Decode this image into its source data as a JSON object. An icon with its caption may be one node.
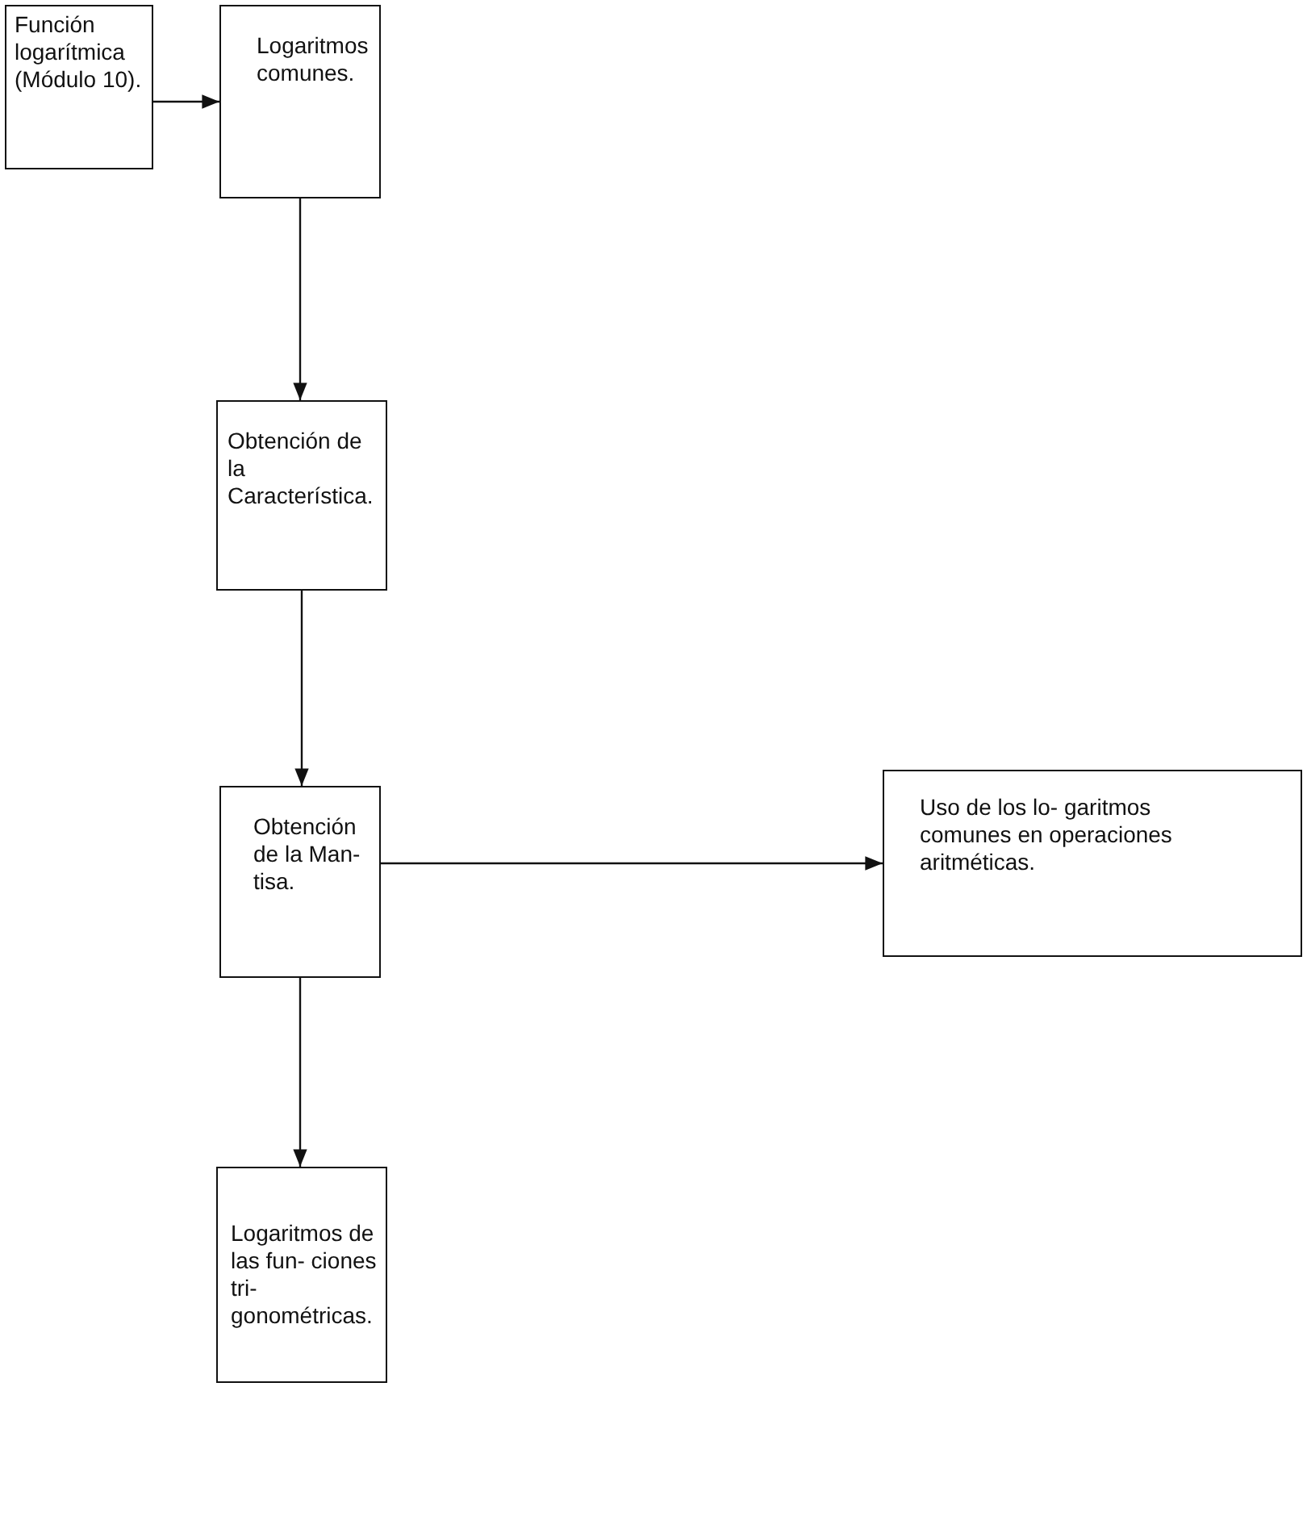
{
  "diagram": {
    "nodes": [
      {
        "text": [
          "Función logarítmica (Módulo 10)."
        ]
      },
      {
        "text": [
          "Logaritmos comunes."
        ]
      },
      {
        "text": [
          "Obtención de la Característica."
        ]
      },
      {
        "text": [
          "Obtención de la Man- tisa."
        ]
      },
      {
        "text": [
          "Uso de los lo- garitmos comunes en operaciones aritméticas."
        ]
      },
      {
        "text": [
          "Logaritmos de las fun- ciones tri- gonométricas."
        ]
      }
    ],
    "edges": [
      {
        "from": 0,
        "to": 1,
        "arrow": "to"
      },
      {
        "from": 1,
        "to": 2,
        "arrow": "to"
      },
      {
        "from": 2,
        "to": 3,
        "arrow": "to"
      },
      {
        "from": 3,
        "to": 4,
        "arrow": "to"
      },
      {
        "from": 3,
        "to": 5,
        "arrow": "to"
      }
    ]
  }
}
